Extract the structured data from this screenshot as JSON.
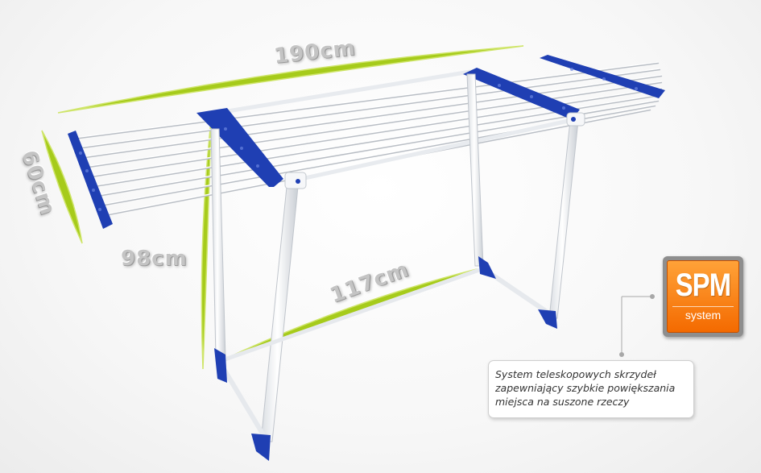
{
  "dimensions": {
    "length": "190cm",
    "width": "60cm",
    "height": "98cm",
    "base": "117cm"
  },
  "badge": {
    "title": "SPM",
    "subtitle": "system",
    "color": "#f47a12"
  },
  "callout": {
    "lines": [
      "System teleskopowych skrzydeł",
      "zapewniający szybkie powiększania",
      "miejsca na suszone rzeczy"
    ]
  },
  "colors": {
    "accent_blue": "#1f3fb3",
    "accent_green": "#a8cc1a",
    "frame_white": "#f4f6f8"
  }
}
